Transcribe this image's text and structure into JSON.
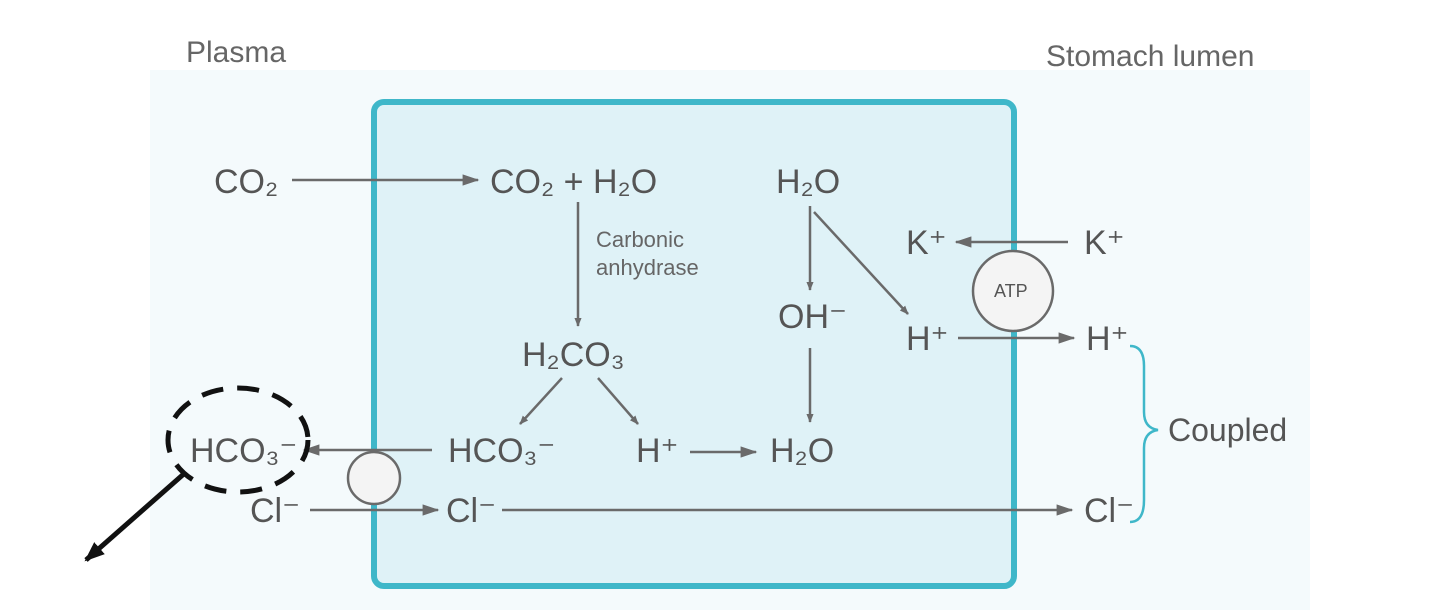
{
  "header": {
    "cut_text": ""
  },
  "regions": {
    "plasma": "Plasma",
    "lumen": "Stomach lumen"
  },
  "species": {
    "co2_plasma": "CO₂",
    "co2_h2o": "CO₂ + H₂O",
    "h2o_top": "H₂O",
    "k_cell": "K⁺",
    "k_lumen": "K⁺",
    "oh": "OH⁻",
    "h_cell": "H⁺",
    "h_lumen": "H⁺",
    "h2co3": "H₂CO₃",
    "hco3_cell": "HCO₃⁻",
    "h_mid": "H⁺",
    "h2o_bottom": "H₂O",
    "hco3_plasma": "HCO₃⁻",
    "cl_plasma": "Cl⁻",
    "cl_cell": "Cl⁻",
    "cl_lumen": "Cl⁻"
  },
  "enzyme": {
    "line1": "Carbonic",
    "line2": "anhydrase"
  },
  "pump": {
    "label": "ATP"
  },
  "coupled": "Coupled",
  "colors": {
    "cell_fill": "#dff2f7",
    "cell_border": "#3fb7c9",
    "arrow": "#6a6a6a",
    "annotation": "#111111"
  }
}
